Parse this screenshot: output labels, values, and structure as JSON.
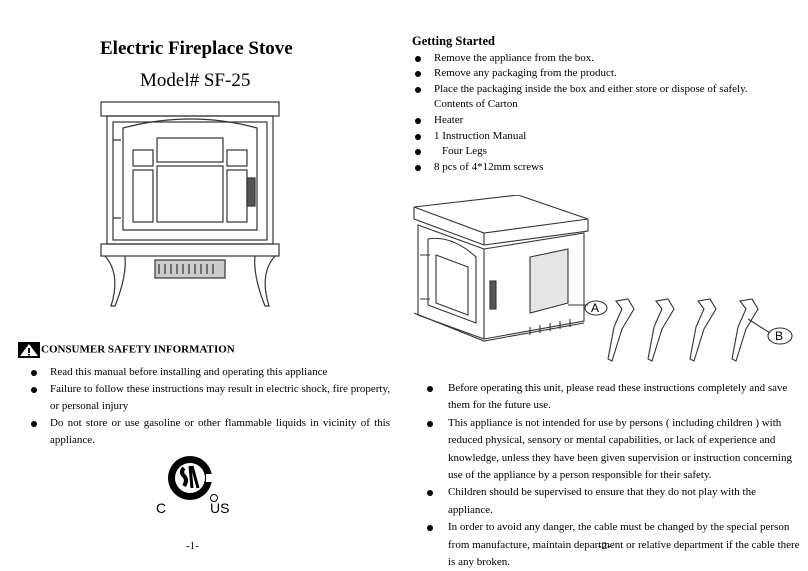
{
  "page1": {
    "title": "Electric Fireplace Stove",
    "model": "Model# SF-25",
    "safety_heading": "CONSUMER SAFETY INFORMATION",
    "safety_items": [
      "Read this manual before installing and operating this appliance",
      "Failure to follow these instructions may result in electric shock, fire property, or personal injury",
      "Do not store or use gasoline or other flammable liquids in vicinity of this appliance."
    ],
    "cert_left": "C",
    "cert_right": "US",
    "page_number": "-1-"
  },
  "page2": {
    "heading": "Getting Started",
    "steps": [
      "Remove the appliance from the box.",
      "Remove any packaging from the product.",
      "Place the packaging inside the box and either store or dispose of safely."
    ],
    "contents_heading": "Contents of Carton",
    "contents": [
      "Heater",
      "1 Instruction Manual",
      "Four Legs",
      "8 pcs of 4*12mm screws"
    ],
    "callout_a": "A",
    "callout_b": "B",
    "notes": [
      "Before operating this unit, please read these instructions completely and save them for the future use.",
      "This appliance is not intended for use by persons ( including children ) with reduced physical, sensory or mental capabilities, or lack of experience and knowledge, unless they have been given supervision or instruction concerning use of the appliance by a person responsible for their safety.",
      "Children should be supervised to ensure that they do not play with the appliance.",
      "In order to avoid any danger, the cable must be changed by the special person from manufacture, maintain department or relative department if the cable there is any broken."
    ],
    "page_number": "-2-"
  }
}
